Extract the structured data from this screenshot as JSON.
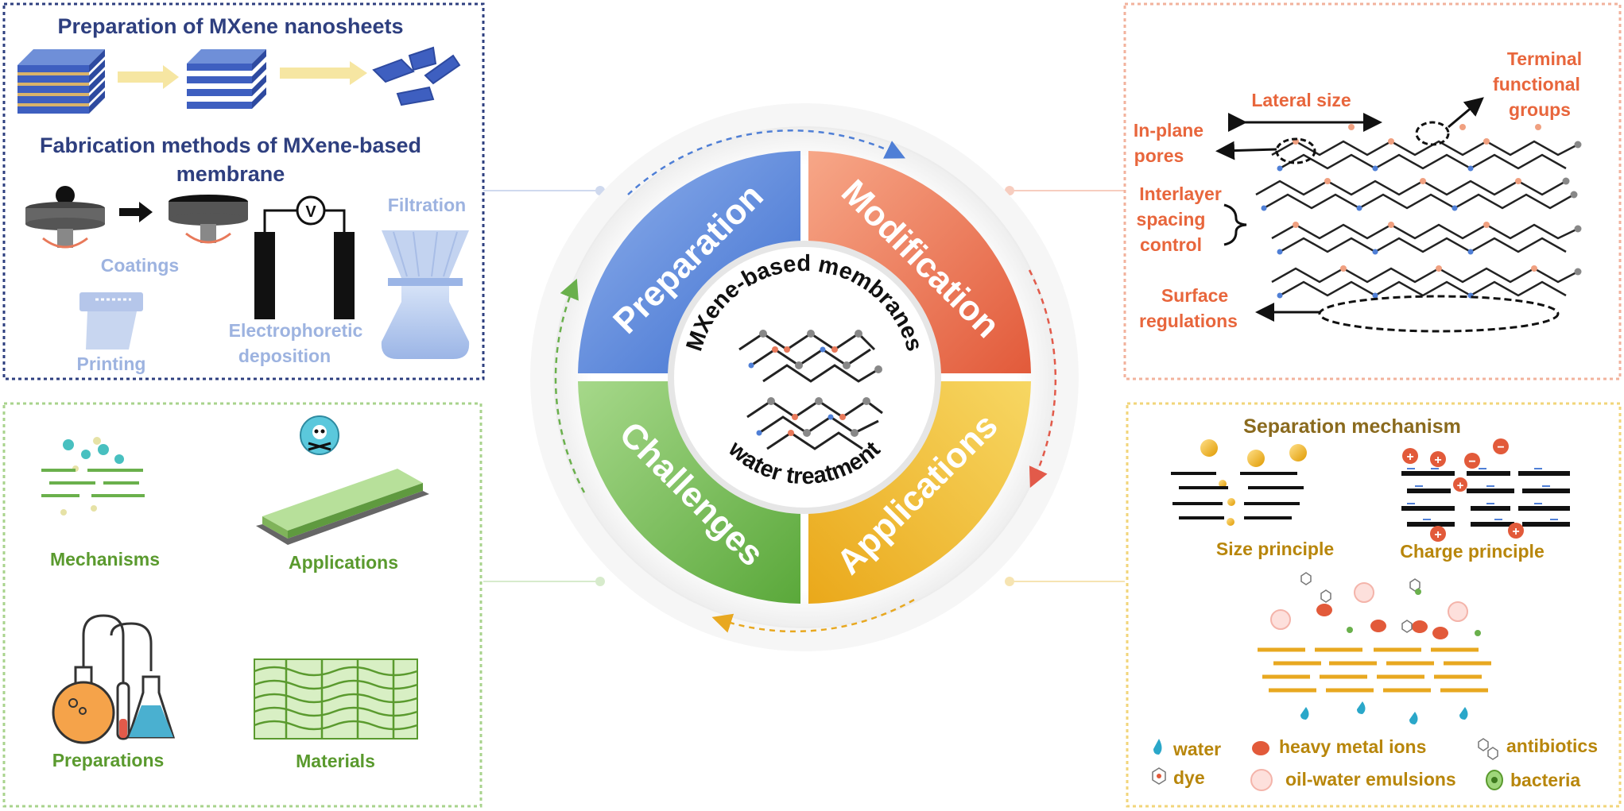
{
  "center": {
    "title_top": "MXene-based membranes",
    "title_bottom": "water treatment",
    "segments": {
      "preparation": "Preparation",
      "modification": "Modification",
      "applications": "Applications",
      "challenges": "Challenges"
    }
  },
  "panels": {
    "preparation": {
      "heading1": "Preparation of MXene nanosheets",
      "heading2_line1": "Fabrication methods of MXene-based",
      "heading2_line2": "membrane",
      "coatings": "Coatings",
      "printing": "Printing",
      "electrophoretic_line1": "Electrophoretic",
      "electrophoretic_line2": "deposition",
      "filtration": "Filtration",
      "voltmeter": "V"
    },
    "modification": {
      "lateral_size": "Lateral size",
      "terminal_line1": "Terminal",
      "terminal_line2": "functional",
      "terminal_line3": "groups",
      "inplane_line1": "In-plane",
      "inplane_line2": "pores",
      "interlayer_line1": "Interlayer",
      "interlayer_line2": "spacing",
      "interlayer_line3": "control",
      "surface_line1": "Surface",
      "surface_line2": "regulations"
    },
    "challenges": {
      "mechanisms": "Mechanisms",
      "applications": "Applications",
      "preparations": "Preparations",
      "materials": "Materials"
    },
    "applications": {
      "heading": "Separation mechanism",
      "size_principle": "Size principle",
      "charge_principle": "Charge principle",
      "plus": "+",
      "minus": "−",
      "legend": {
        "water": "water",
        "heavy_metal": "heavy metal ions",
        "antibiotics": "antibiotics",
        "dye": "dye",
        "emulsions": "oil-water emulsions",
        "bacteria": "bacteria"
      }
    }
  },
  "colors": {
    "preparation": "#4f7fd6",
    "modification": "#e8795a",
    "applications": "#f1c232",
    "challenges": "#6ab04c",
    "navy_text": "#2e3f7f",
    "light_blue_text": "#9db3e0",
    "orange_text": "#e8663c",
    "green_text": "#5a9a2e",
    "gold_text": "#b8860b"
  }
}
